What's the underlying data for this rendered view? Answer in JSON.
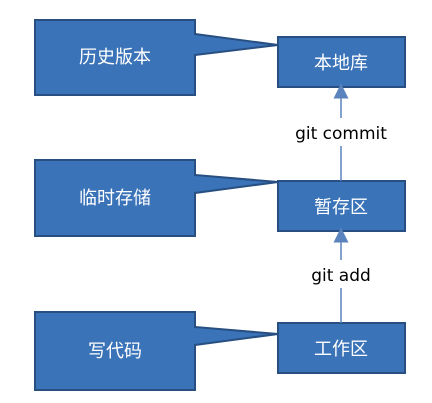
{
  "diagram": {
    "colors": {
      "box_fill": "#3b73b8",
      "box_stroke": "#274f82",
      "box_text": "#ffffff",
      "arrow": "#5b83be",
      "label": "#000000"
    },
    "stages": [
      {
        "id": "repo",
        "label": "本地库",
        "callout": "历史版本"
      },
      {
        "id": "stage",
        "label": "暂存区",
        "callout": "临时存储"
      },
      {
        "id": "workdir",
        "label": "工作区",
        "callout": "写代码"
      }
    ],
    "transitions": [
      {
        "from": "workdir",
        "to": "stage",
        "label": "git add"
      },
      {
        "from": "stage",
        "to": "repo",
        "label": "git commit"
      }
    ]
  }
}
